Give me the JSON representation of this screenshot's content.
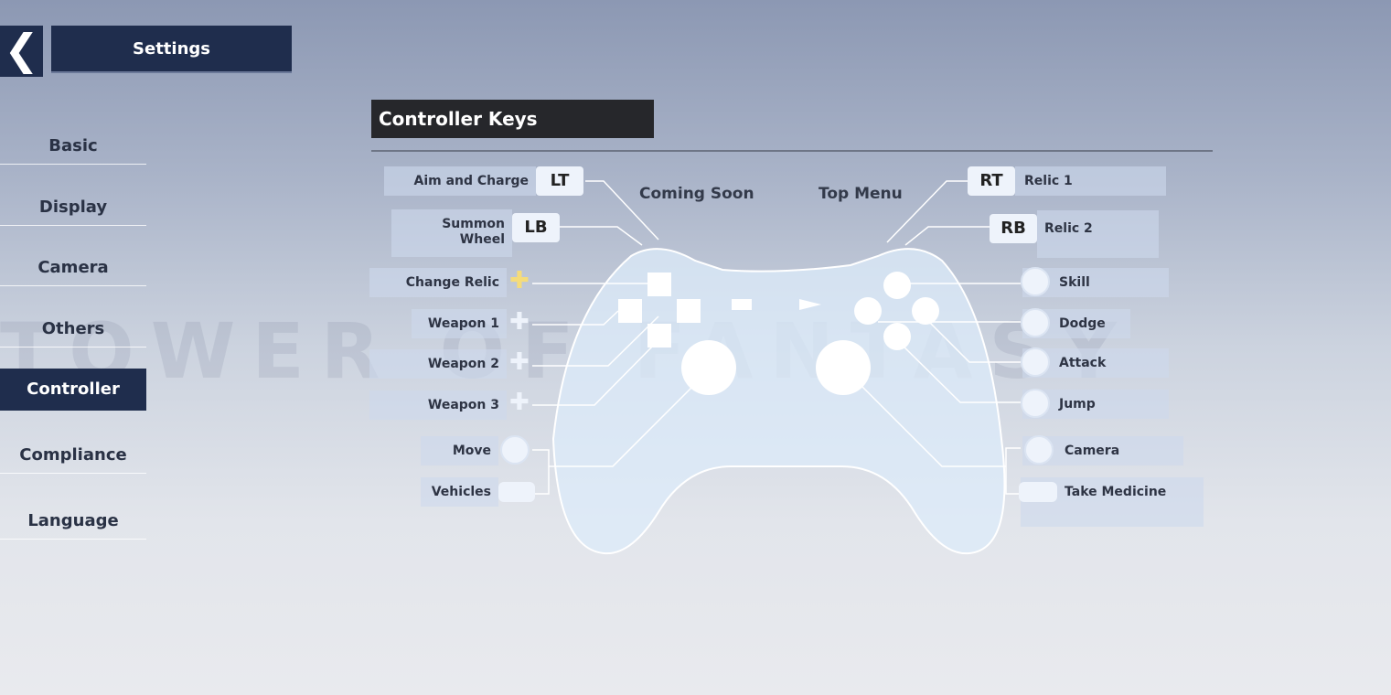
{
  "header": {
    "back_icon": "chevron-left-icon",
    "title": "Settings"
  },
  "sidebar": {
    "items": [
      {
        "label": "Basic"
      },
      {
        "label": "Display"
      },
      {
        "label": "Camera"
      },
      {
        "label": "Others"
      },
      {
        "label": "Controller",
        "selected": true
      },
      {
        "label": "Compliance"
      },
      {
        "label": "Language"
      }
    ]
  },
  "main": {
    "heading": "Controller Keys",
    "watermark": "TOWER OF FANTASY",
    "top_labels": {
      "left": "Coming Soon",
      "right": "Top Menu"
    },
    "left": [
      {
        "label": "Aim and Charge",
        "key": "LT"
      },
      {
        "label": "Summon Wheel",
        "key": "LB"
      },
      {
        "label": "Change Relic",
        "icon": "dpad-up-icon"
      },
      {
        "label": "Weapon 1",
        "icon": "dpad-left-icon"
      },
      {
        "label": "Weapon 2",
        "icon": "dpad-right-icon"
      },
      {
        "label": "Weapon 3",
        "icon": "dpad-down-icon"
      },
      {
        "label": "Move",
        "icon": "left-stick-icon"
      },
      {
        "label": "Vehicles",
        "icon": "left-stick-press-icon"
      }
    ],
    "right": [
      {
        "label": "Relic 1",
        "key": "RT"
      },
      {
        "label": "Relic 2",
        "key": "RB"
      },
      {
        "label": "Skill"
      },
      {
        "label": "Dodge"
      },
      {
        "label": "Attack"
      },
      {
        "label": "Jump"
      },
      {
        "label": "Camera"
      },
      {
        "label": "Take Medicine"
      }
    ]
  },
  "colors": {
    "accent": "#1f2d4d",
    "highlight": "#f5dc7a"
  }
}
